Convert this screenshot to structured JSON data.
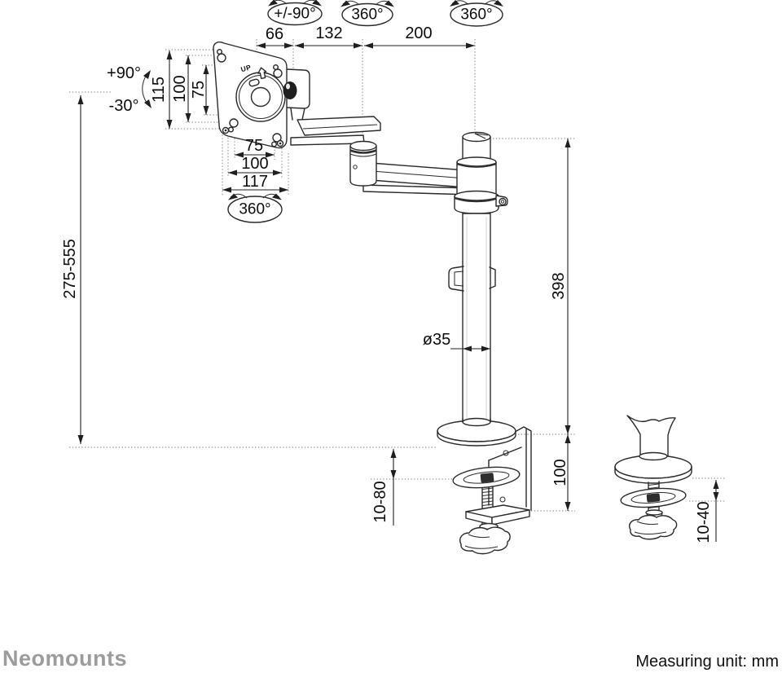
{
  "footer": {
    "brand": "Neomounts",
    "unit_note": "Measuring unit: mm"
  },
  "drawing": {
    "type": "technical-dimension-drawing",
    "subject": "desk monitor mount with clamp and grommet base",
    "line_color": "#2a2a2a",
    "dotted_color": "#828282",
    "brand_color": "#9c9c9c",
    "rotation": {
      "joint1": "+/-90°",
      "joint2": "360°",
      "pole": "360°",
      "vesa": "360°",
      "tilt_up": "+90°",
      "tilt_down": "-30°"
    },
    "plate_marking": "UP",
    "dims": {
      "joint_offset": "66",
      "link1": "132",
      "link2": "200",
      "plate_height": "115",
      "vesa_vertical": "100",
      "vesa_vertical_inner": "75",
      "vesa_horizontal_inner": "75",
      "vesa_horizontal": "100",
      "plate_width": "117",
      "height_range": "275-555",
      "pole_height": "398",
      "pole_diameter": "ø35",
      "clamp_bracket": "100",
      "clamp_range": "10-80",
      "grommet_range": "10-40"
    }
  }
}
